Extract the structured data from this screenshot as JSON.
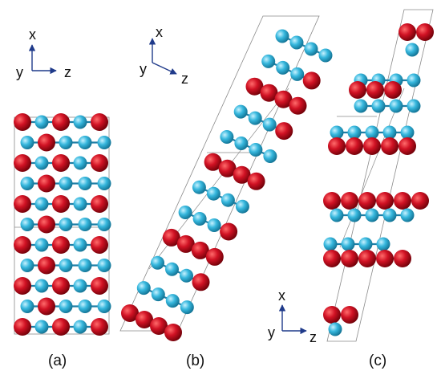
{
  "panels": [
    {
      "id": "a",
      "label": "(a)",
      "axes": {
        "up": "x",
        "left": "y",
        "right": "z"
      }
    },
    {
      "id": "b",
      "label": "(b)",
      "axes": {
        "up": "x",
        "left": "y",
        "right": "z"
      }
    },
    {
      "id": "c",
      "label": "(c)",
      "axes": {
        "up": "x",
        "left": "y",
        "right": "z"
      }
    }
  ],
  "colors": {
    "background": "#ffffff",
    "atom_red": "#cc0a1e",
    "atom_cyan": "#2fb6dc",
    "cell_line": "#8a8a8a",
    "axis_arrow": "#1f3a8a",
    "bond": "#1f7fa6"
  }
}
